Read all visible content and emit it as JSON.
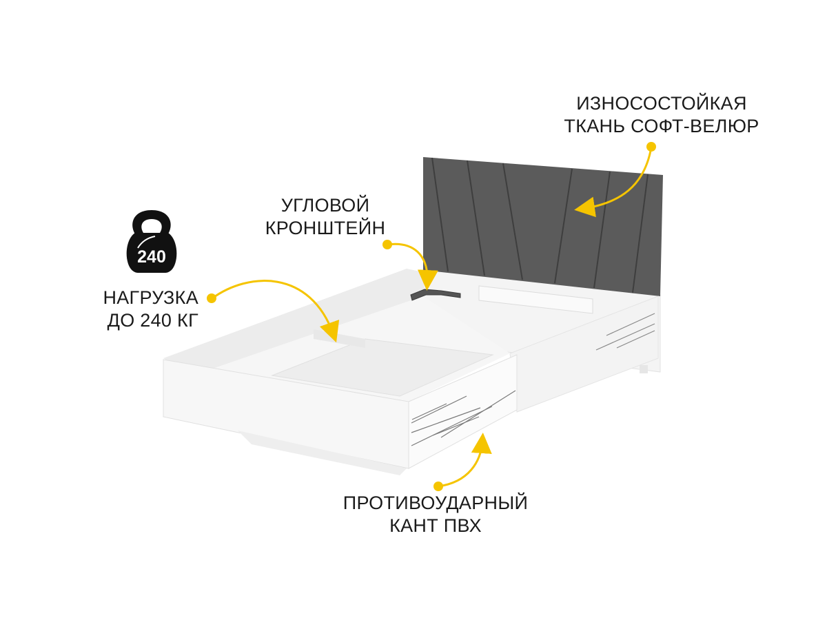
{
  "callouts": {
    "fabric": {
      "line1": "ИЗНОСОСТОЙКАЯ",
      "line2": "ТКАНЬ СОФТ-ВЕЛЮР"
    },
    "bracket": {
      "line1": "УГЛОВОЙ",
      "line2": "КРОНШТЕЙН"
    },
    "load": {
      "line1": "НАГРУЗКА",
      "line2": "ДО 240 КГ"
    },
    "edge": {
      "line1": "ПРОТИВОУДАРНЫЙ",
      "line2": "КАНТ ПВХ"
    }
  },
  "kettlebell": {
    "icon": "kettlebell-icon",
    "value": "240"
  },
  "colors": {
    "accent": "#f5c400",
    "headboard": "#5b5b5b",
    "text": "#1a1a1a"
  }
}
